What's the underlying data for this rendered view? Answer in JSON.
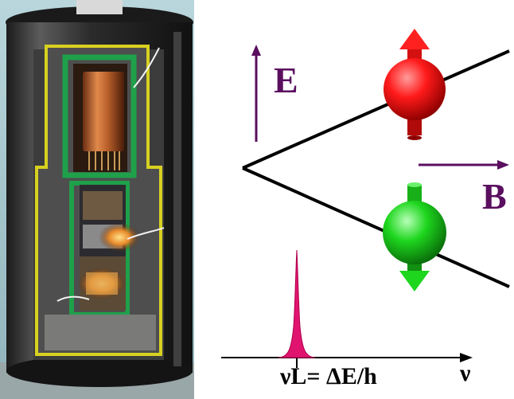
{
  "labels": {
    "energy_axis": "E",
    "field_axis": "B",
    "larmor_formula": "νL= ΔE/h",
    "freq_axis": "ν"
  },
  "colors": {
    "arrow_purple": "#5a0f5f",
    "spin_up": "#ff1a1a",
    "spin_down": "#1ed61e",
    "peak": "#e0146e",
    "lines": "#000000"
  },
  "icons": {
    "photo": "nmr-probe-cryostat-photo",
    "spin_up": "spin-up-sphere-icon",
    "spin_down": "spin-down-sphere-icon"
  }
}
